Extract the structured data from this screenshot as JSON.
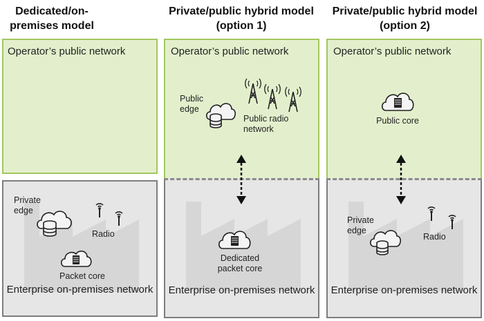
{
  "titles": {
    "col1": "Dedicated/on-premises model",
    "col2": "Private/public hybrid model (option 1)",
    "col3": "Private/public hybrid model (option 2)"
  },
  "operator_network": "Operator’s public network",
  "enterprise_network": "Enterprise on-premises network",
  "col1": {
    "private_edge": "Private edge",
    "radio": "Radio",
    "packet_core": "Packet core"
  },
  "col2": {
    "public_edge": "Public edge",
    "public_radio_network": "Public radio network",
    "dedicated_packet_core": "Dedicated packet core"
  },
  "col3": {
    "public_core": "Public core",
    "private_edge": "Private edge",
    "radio": "Radio"
  },
  "colors": {
    "operator_fill": "#e3efcc",
    "operator_border": "#a2c760",
    "enterprise_fill": "#e6e6e6",
    "enterprise_border": "#7d7d7d"
  }
}
